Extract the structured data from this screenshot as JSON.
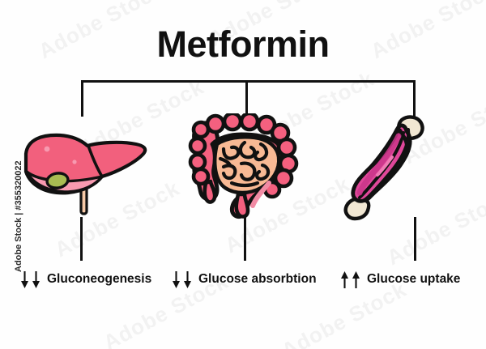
{
  "title": "Metformin",
  "watermark": {
    "credit": "Adobe Stock | #355320022",
    "tile_text": "Adobe Stock"
  },
  "colors": {
    "outline": "#111111",
    "liver_body": "#f2607d",
    "liver_lower_lobe": "#f79ab0",
    "liver_gallbladder": "#a9bd52",
    "liver_duct": "#f6c9a7",
    "intestine_outer": "#f4607f",
    "intestine_outer_shade": "#f18ba4",
    "intestine_inner": "#f8b994",
    "muscle_body": "#e0479a",
    "muscle_shade": "#c9368a",
    "muscle_bone": "#f1e7d3",
    "background": "#fefefe"
  },
  "branches": [
    {
      "id": "liver",
      "organ_name": "liver",
      "arrow_direction": "down",
      "arrow_count": 2,
      "arrow_glyph": "↓",
      "label": "Gluconeogenesis"
    },
    {
      "id": "intestine",
      "organ_name": "intestine",
      "arrow_direction": "down",
      "arrow_count": 2,
      "arrow_glyph": "↓",
      "label": "Glucose absorbtion"
    },
    {
      "id": "muscle",
      "organ_name": "muscle",
      "arrow_direction": "up",
      "arrow_count": 2,
      "arrow_glyph": "↑",
      "label": "Glucose uptake"
    }
  ]
}
